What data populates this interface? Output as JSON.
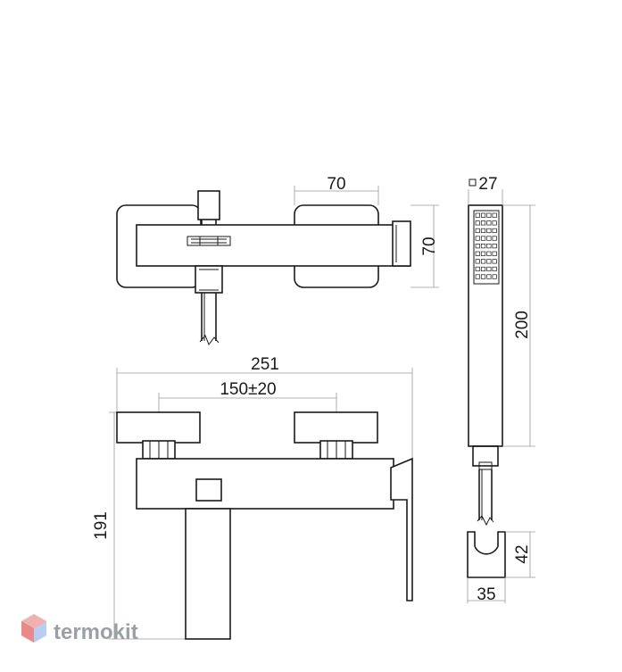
{
  "dimensions": {
    "top_width": "70",
    "top_height": "70",
    "handshower_section": "27",
    "handshower_length": "200",
    "overall_width": "251",
    "centers": "150±20",
    "overall_height": "191",
    "holder_height": "42",
    "holder_width": "35"
  },
  "watermark": {
    "text": "termokit",
    "colors": [
      "#e86a6a",
      "#6a9ee8"
    ]
  }
}
